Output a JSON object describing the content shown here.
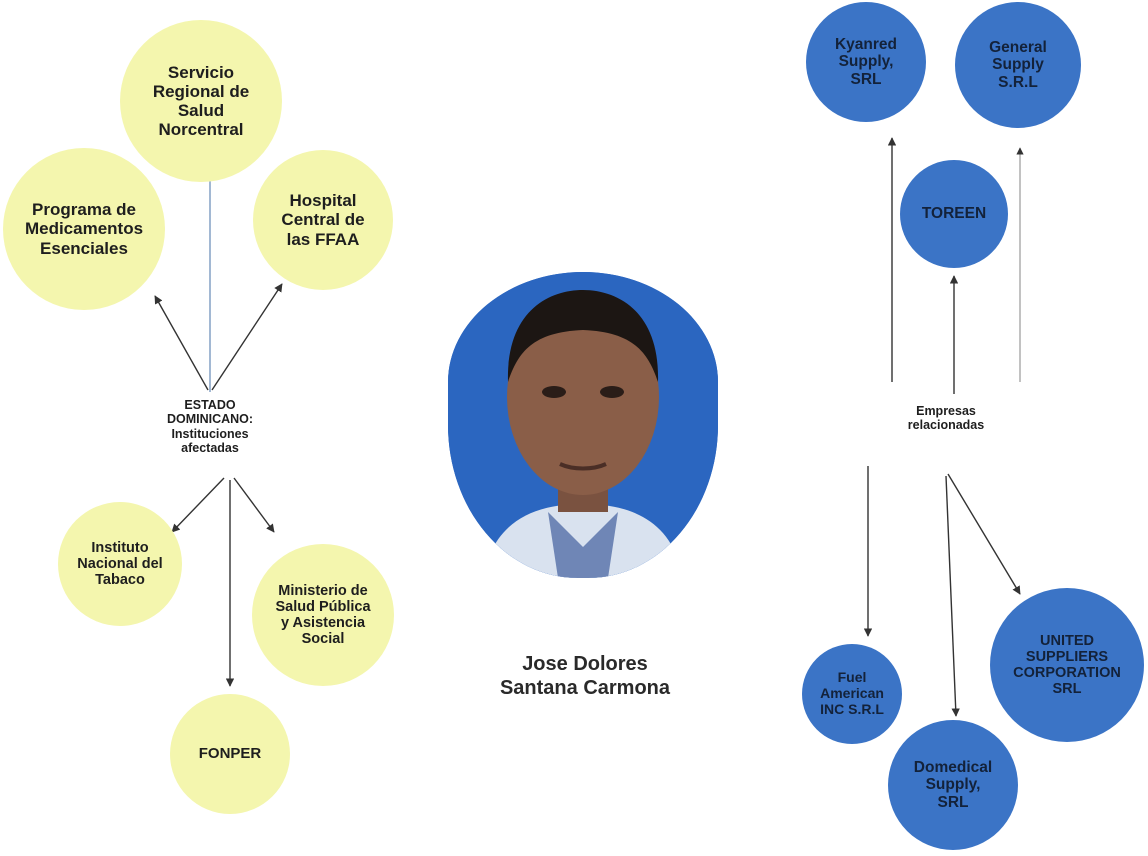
{
  "colors": {
    "institution_node": "#f4f6ae",
    "company_node": "#3b74c6",
    "photo_background": "#2b66c0",
    "arrow": "#333333"
  },
  "left_hub": {
    "label": "ESTADO\nDOMINICANO:\nInstituciones\nafectadas"
  },
  "institutions": {
    "servicio_regional": "Servicio\nRegional de\nSalud\nNorcentral",
    "programa_medicamentos": "Programa de\nMedicamentos\nEsenciales",
    "hospital_central": "Hospital\nCentral de\nlas FFAA",
    "instituto_tabaco": "Instituto\nNacional del\nTabaco",
    "ministerio_salud": "Ministerio de\nSalud Pública\ny Asistencia\nSocial",
    "fonper": "FONPER"
  },
  "person": {
    "name": "Jose Dolores\nSantana Carmona"
  },
  "right_hub": {
    "label": "Empresas\nrelacionadas"
  },
  "companies": {
    "kyanred": "Kyanred\nSupply,\nSRL",
    "general_supply": "General\nSupply\nS.R.L",
    "toreen": "TOREEN",
    "fuel_american": "Fuel\nAmerican\nINC S.R.L",
    "domedical": "Domedical\nSupply,\nSRL",
    "united_suppliers": "UNITED\nSUPPLIERS\nCORPORATION\nSRL"
  }
}
